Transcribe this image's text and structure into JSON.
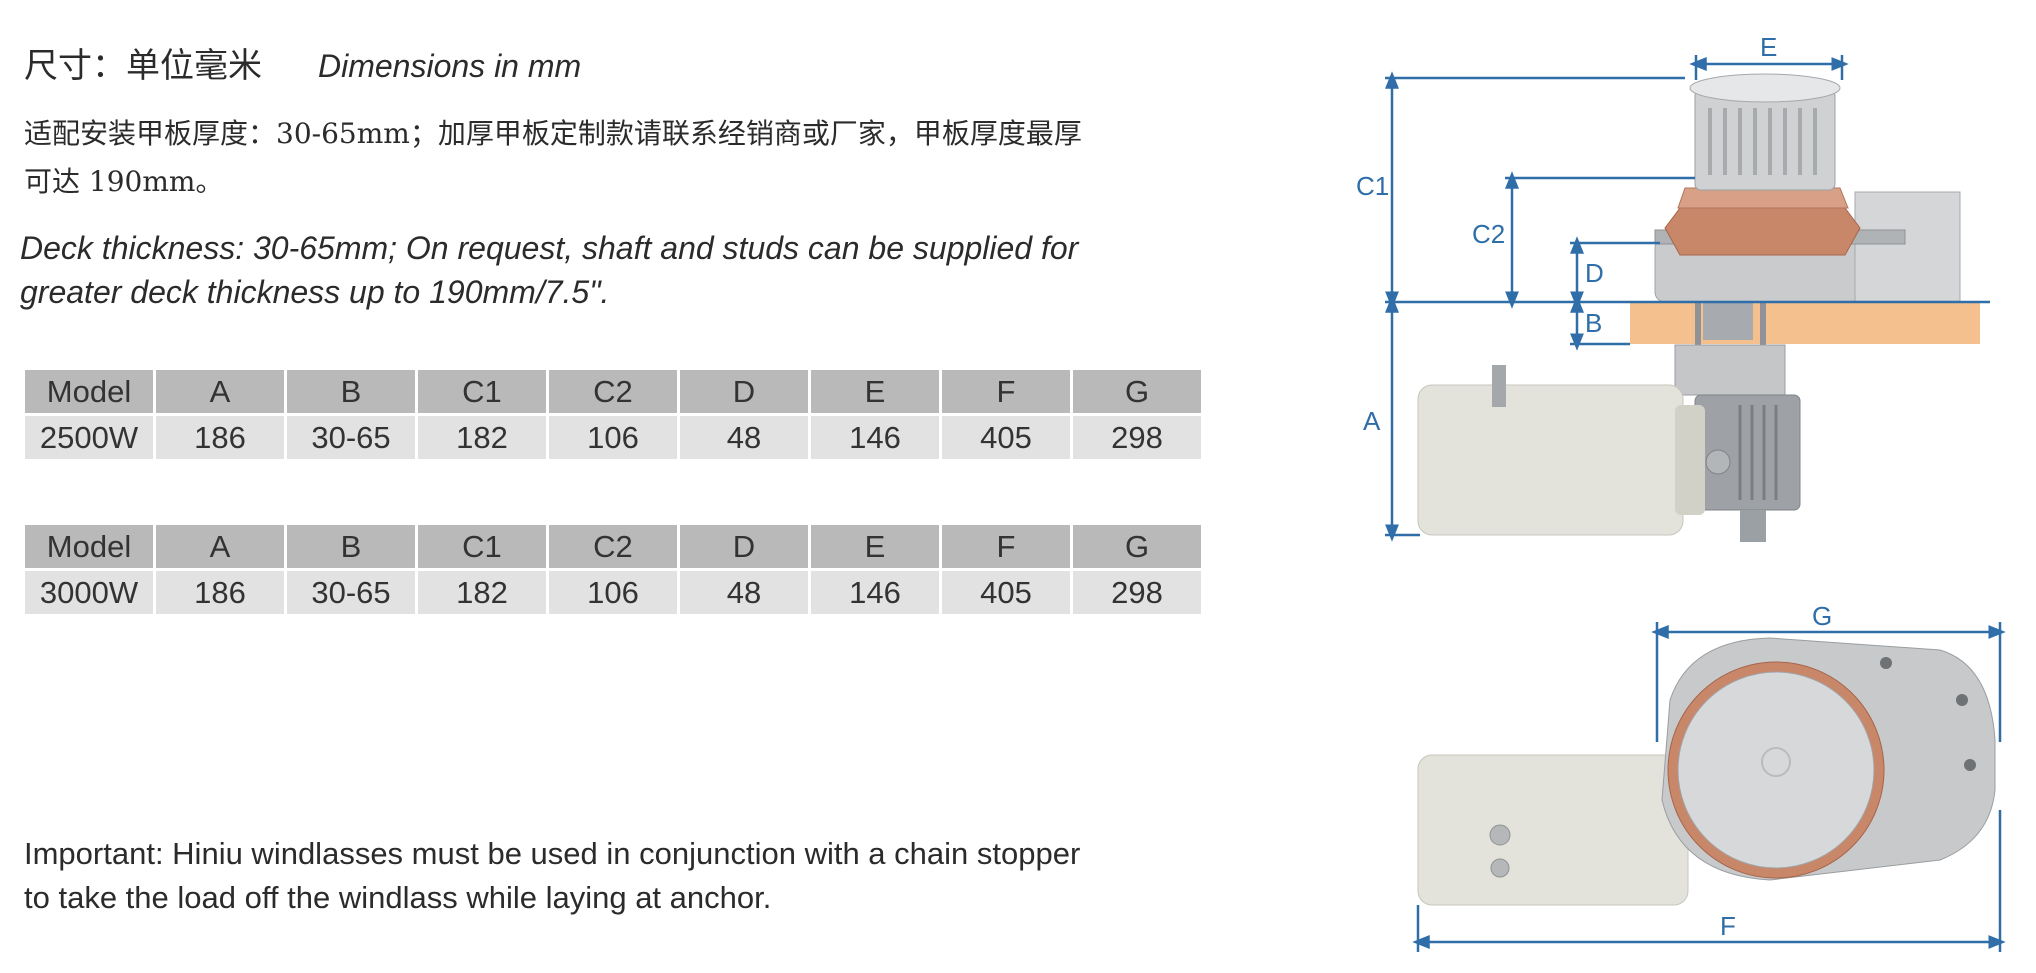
{
  "heading": {
    "cn": "尺寸：单位毫米",
    "en": "Dimensions in mm"
  },
  "deck_note_cn": "适配安装甲板厚度：30-65mm；加厚甲板定制款请联系经销商或厂家，甲板厚度最厚可达 190mm。",
  "deck_note_en": "Deck thickness: 30-65mm;  On request, shaft and studs can be supplied for greater deck thickness up to 190mm/7.5\".",
  "tables": [
    {
      "headers": [
        "Model",
        "A",
        "B",
        "C1",
        "C2",
        "D",
        "E",
        "F",
        "G"
      ],
      "values": [
        "2500W",
        "186",
        "30-65",
        "182",
        "106",
        "48",
        "146",
        "405",
        "298"
      ]
    },
    {
      "headers": [
        "Model",
        "A",
        "B",
        "C1",
        "C2",
        "D",
        "E",
        "F",
        "G"
      ],
      "values": [
        "3000W",
        "186",
        "30-65",
        "182",
        "106",
        "48",
        "146",
        "405",
        "298"
      ]
    }
  ],
  "important_note": "Important: Hiniu windlasses must be used in conjunction with a chain stopper to take the load off the windlass while laying at anchor.",
  "diagram": {
    "labels": {
      "a": "A",
      "b": "B",
      "c1": "C1",
      "c2": "C2",
      "d": "D",
      "e": "E",
      "f": "F",
      "g": "G"
    },
    "colors": {
      "dimension_line": "#2f6ea8",
      "deck": "#f3c08e",
      "motor": "#e4e3db",
      "metal": "#b8babd",
      "copper": "#c9876a"
    }
  }
}
